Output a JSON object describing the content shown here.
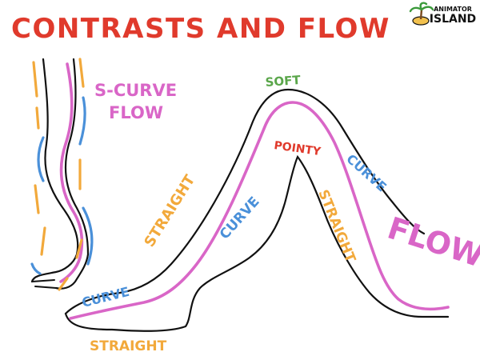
{
  "title": "CONTRASTS AND FLOW",
  "logo": {
    "line1": "ANIMATOR",
    "line2": "ISLAND"
  },
  "labels": {
    "s_curve_line1": "S-CURVE",
    "s_curve_line2": "FLOW",
    "soft": "SOFT",
    "pointy": "POINTY",
    "curve_top_right": "CURVE",
    "straight_upper_left": "STRAIGHT",
    "curve_middle": "CURVE",
    "straight_right": "STRAIGHT",
    "flow_big": "FLOW",
    "curve_lower_left": "CURVE",
    "straight_bottom": "STRAIGHT"
  },
  "colors": {
    "title": "#e03a2c",
    "outline": "#111111",
    "flow_line": "#d966c7",
    "straight": "#f2a93b",
    "curve": "#4a90d9",
    "soft": "#5aa64a",
    "pointy": "#e03a2c"
  }
}
